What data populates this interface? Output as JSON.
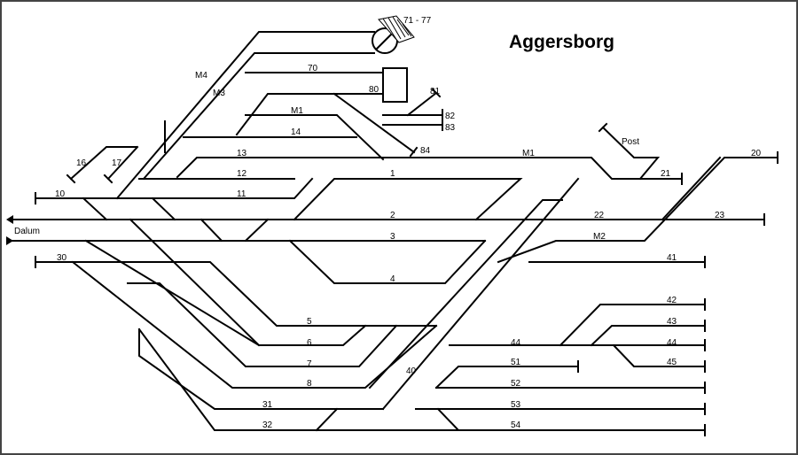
{
  "diagram": {
    "title": "Aggersborg",
    "station": "Dalum",
    "colors": {
      "track": "#000000",
      "frame": "#444444",
      "background": "#ffffff"
    },
    "track_labels": {
      "t10": "10",
      "t11": "11",
      "t12": "12",
      "t13": "13",
      "t14": "14",
      "t16": "16",
      "t17": "17",
      "t20": "20",
      "t21": "21",
      "t22": "22",
      "t23": "23",
      "t30": "30",
      "t31": "31",
      "t32": "32",
      "t1": "1",
      "t2": "2",
      "t3": "3",
      "t4": "4",
      "t5": "5",
      "t6": "6",
      "t7": "7",
      "t8": "8",
      "t40": "40",
      "t41": "41",
      "t42": "42",
      "t43": "43",
      "t44a": "44",
      "t44b": "44",
      "t45": "45",
      "t51": "51",
      "t52": "52",
      "t53": "53",
      "t54": "54",
      "t70": "70",
      "t80": "80",
      "t81": "81",
      "t82": "82",
      "t83": "83",
      "t84": "84",
      "turntable": "71 - 77",
      "m1a": "M1",
      "m1b": "M1",
      "m2": "M2",
      "m3": "M3",
      "m4": "M4",
      "post": "Post"
    }
  }
}
